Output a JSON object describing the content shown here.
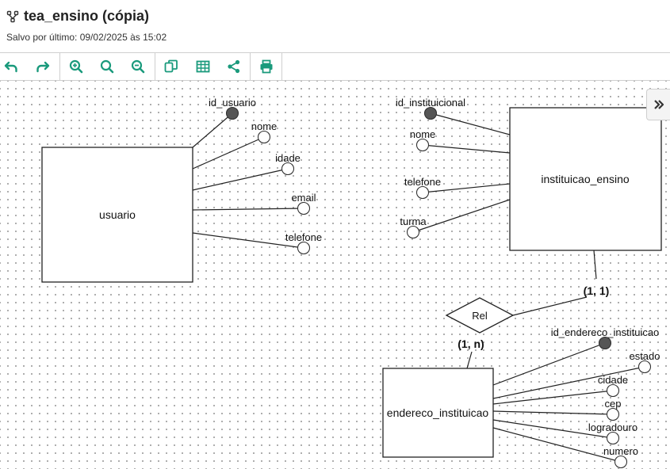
{
  "header": {
    "title": "tea_ensino (cópia)",
    "subtitle": "Salvo por último: 09/02/2025 às 15:02",
    "icon": "diagram-icon"
  },
  "toolbar": {
    "buttons": [
      "undo-icon",
      "redo-icon",
      "zoom-in-icon",
      "zoom-reset-icon",
      "zoom-out-icon",
      "duplicate-icon",
      "table-icon",
      "share-icon",
      "print-icon"
    ],
    "accent_color": "#1a9a7c"
  },
  "sidebar_toggle": {
    "icon": "double-chevron-right-icon"
  },
  "diagram": {
    "entities": {
      "usuario": "usuario",
      "instituicao": "instituicao_ensino",
      "endereco": "endereco_instituicao"
    },
    "relationship": "Rel",
    "cardinality_top": "(1, 1)",
    "cardinality_bottom": "(1, n)",
    "usuario_attrs": {
      "id": "id_usuario",
      "nome": "nome",
      "idade": "idade",
      "email": "email",
      "telefone": "telefone"
    },
    "instituicao_attrs": {
      "id": "id_instituicional",
      "nome": "nome",
      "telefone": "telefone",
      "turma": "turma"
    },
    "endereco_attrs": {
      "id": "id_endereco_instituicao",
      "estado": "estado",
      "cidade": "cidade",
      "cep": "cep",
      "logradouro": "logradouro",
      "numero": "numero"
    }
  }
}
